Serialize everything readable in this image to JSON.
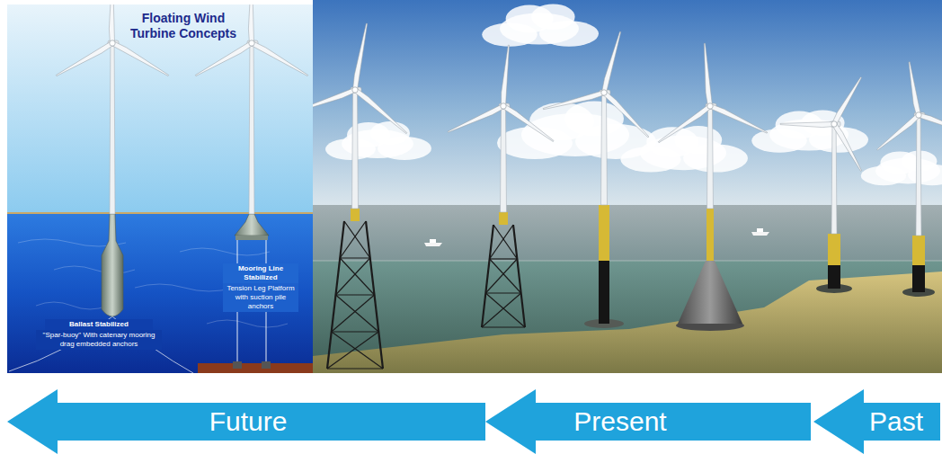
{
  "diagram": {
    "title": "Floating Wind Turbine Concepts",
    "nodes": [
      {
        "text": [
          "Future"
        ]
      },
      {
        "text": [
          "Present"
        ]
      },
      {
        "text": [
          "Past"
        ]
      }
    ],
    "labels": [
      "Ballast Stabilized",
      "\"Spar-buoy\" With catenary mooring drag embedded anchors",
      "Mooring Line Stabilized",
      "Tension Leg Platform with suction pile anchors"
    ]
  }
}
